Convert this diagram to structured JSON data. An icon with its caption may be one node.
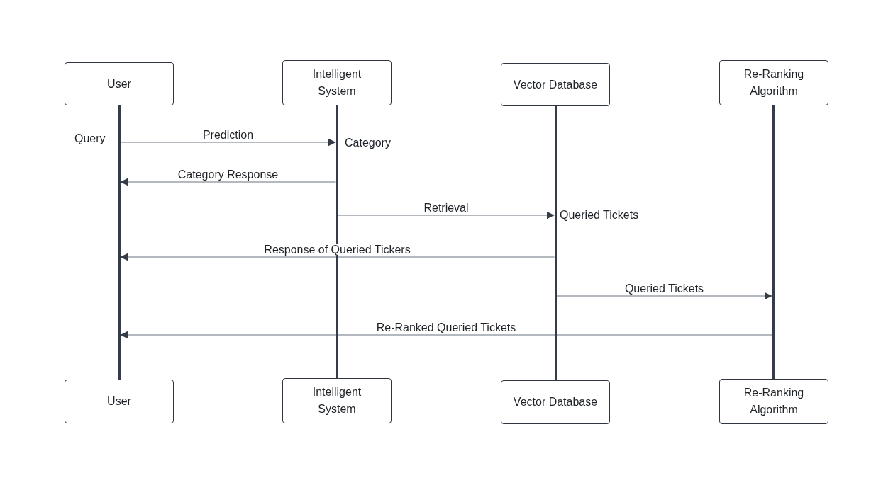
{
  "diagram": {
    "nodes": [
      {
        "text": [
          "User"
        ]
      },
      {
        "text": [
          "Intelligent System"
        ]
      },
      {
        "text": [
          "Vector Database"
        ]
      },
      {
        "text": [
          "Re-Ranking Algorithm"
        ]
      },
      {
        "text": [],
        "shape": "bar",
        "beside": [
          "Query"
        ]
      },
      {
        "text": [],
        "shape": "bar",
        "beside": [
          "Category"
        ]
      },
      {
        "text": [],
        "shape": "bar",
        "beside": [
          "Queried Tickets"
        ]
      },
      {
        "text": [],
        "shape": "bar"
      },
      {
        "text": [
          "User"
        ]
      },
      {
        "text": [
          "Intelligent System"
        ]
      },
      {
        "text": [
          "Vector Database"
        ]
      },
      {
        "text": [
          "Re-Ranking Algorithm"
        ]
      }
    ],
    "edges": [
      {
        "from": 4,
        "to": 5,
        "arrow": "to",
        "label": "Prediction"
      },
      {
        "from": 5,
        "to": 4,
        "arrow": "to",
        "label": "Category Response"
      },
      {
        "from": 5,
        "to": 6,
        "arrow": "to",
        "label": "Retrieval"
      },
      {
        "from": 6,
        "to": 4,
        "arrow": "to",
        "label": "Response of Queried Tickers"
      },
      {
        "from": 6,
        "to": 7,
        "arrow": "to",
        "label": "Queried Tickets"
      },
      {
        "from": 7,
        "to": 4,
        "arrow": "to",
        "label": "Re-Ranked Queried Tickets"
      }
    ]
  }
}
